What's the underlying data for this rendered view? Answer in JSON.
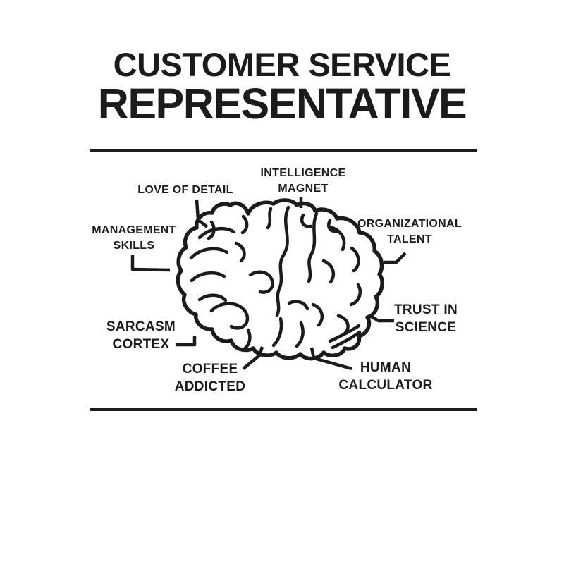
{
  "title": {
    "line1": "CUSTOMER SERVICE",
    "line2": "REPRESENTATIVE"
  },
  "diagram": {
    "subject": "brain line-art with labeled regions",
    "labels": [
      {
        "id": "love-of-detail",
        "text": "LOVE OF DETAIL"
      },
      {
        "id": "intelligence-magnet",
        "text": "INTELLIGENCE\nMAGNET"
      },
      {
        "id": "management-skills",
        "text": "MANAGEMENT\nSKILLS"
      },
      {
        "id": "organizational-talent",
        "text": "ORGANIZATIONAL\nTALENT"
      },
      {
        "id": "sarcasm-cortex",
        "text": "SARCASM\nCORTEX"
      },
      {
        "id": "trust-in-science",
        "text": "TRUST IN\nSCIENCE"
      },
      {
        "id": "coffee-addicted",
        "text": "COFFEE\nADDICTED"
      },
      {
        "id": "human-calculator",
        "text": "HUMAN\nCALCULATOR"
      }
    ]
  },
  "colors": {
    "ink": "#1b1b1b",
    "background": "#ffffff"
  }
}
